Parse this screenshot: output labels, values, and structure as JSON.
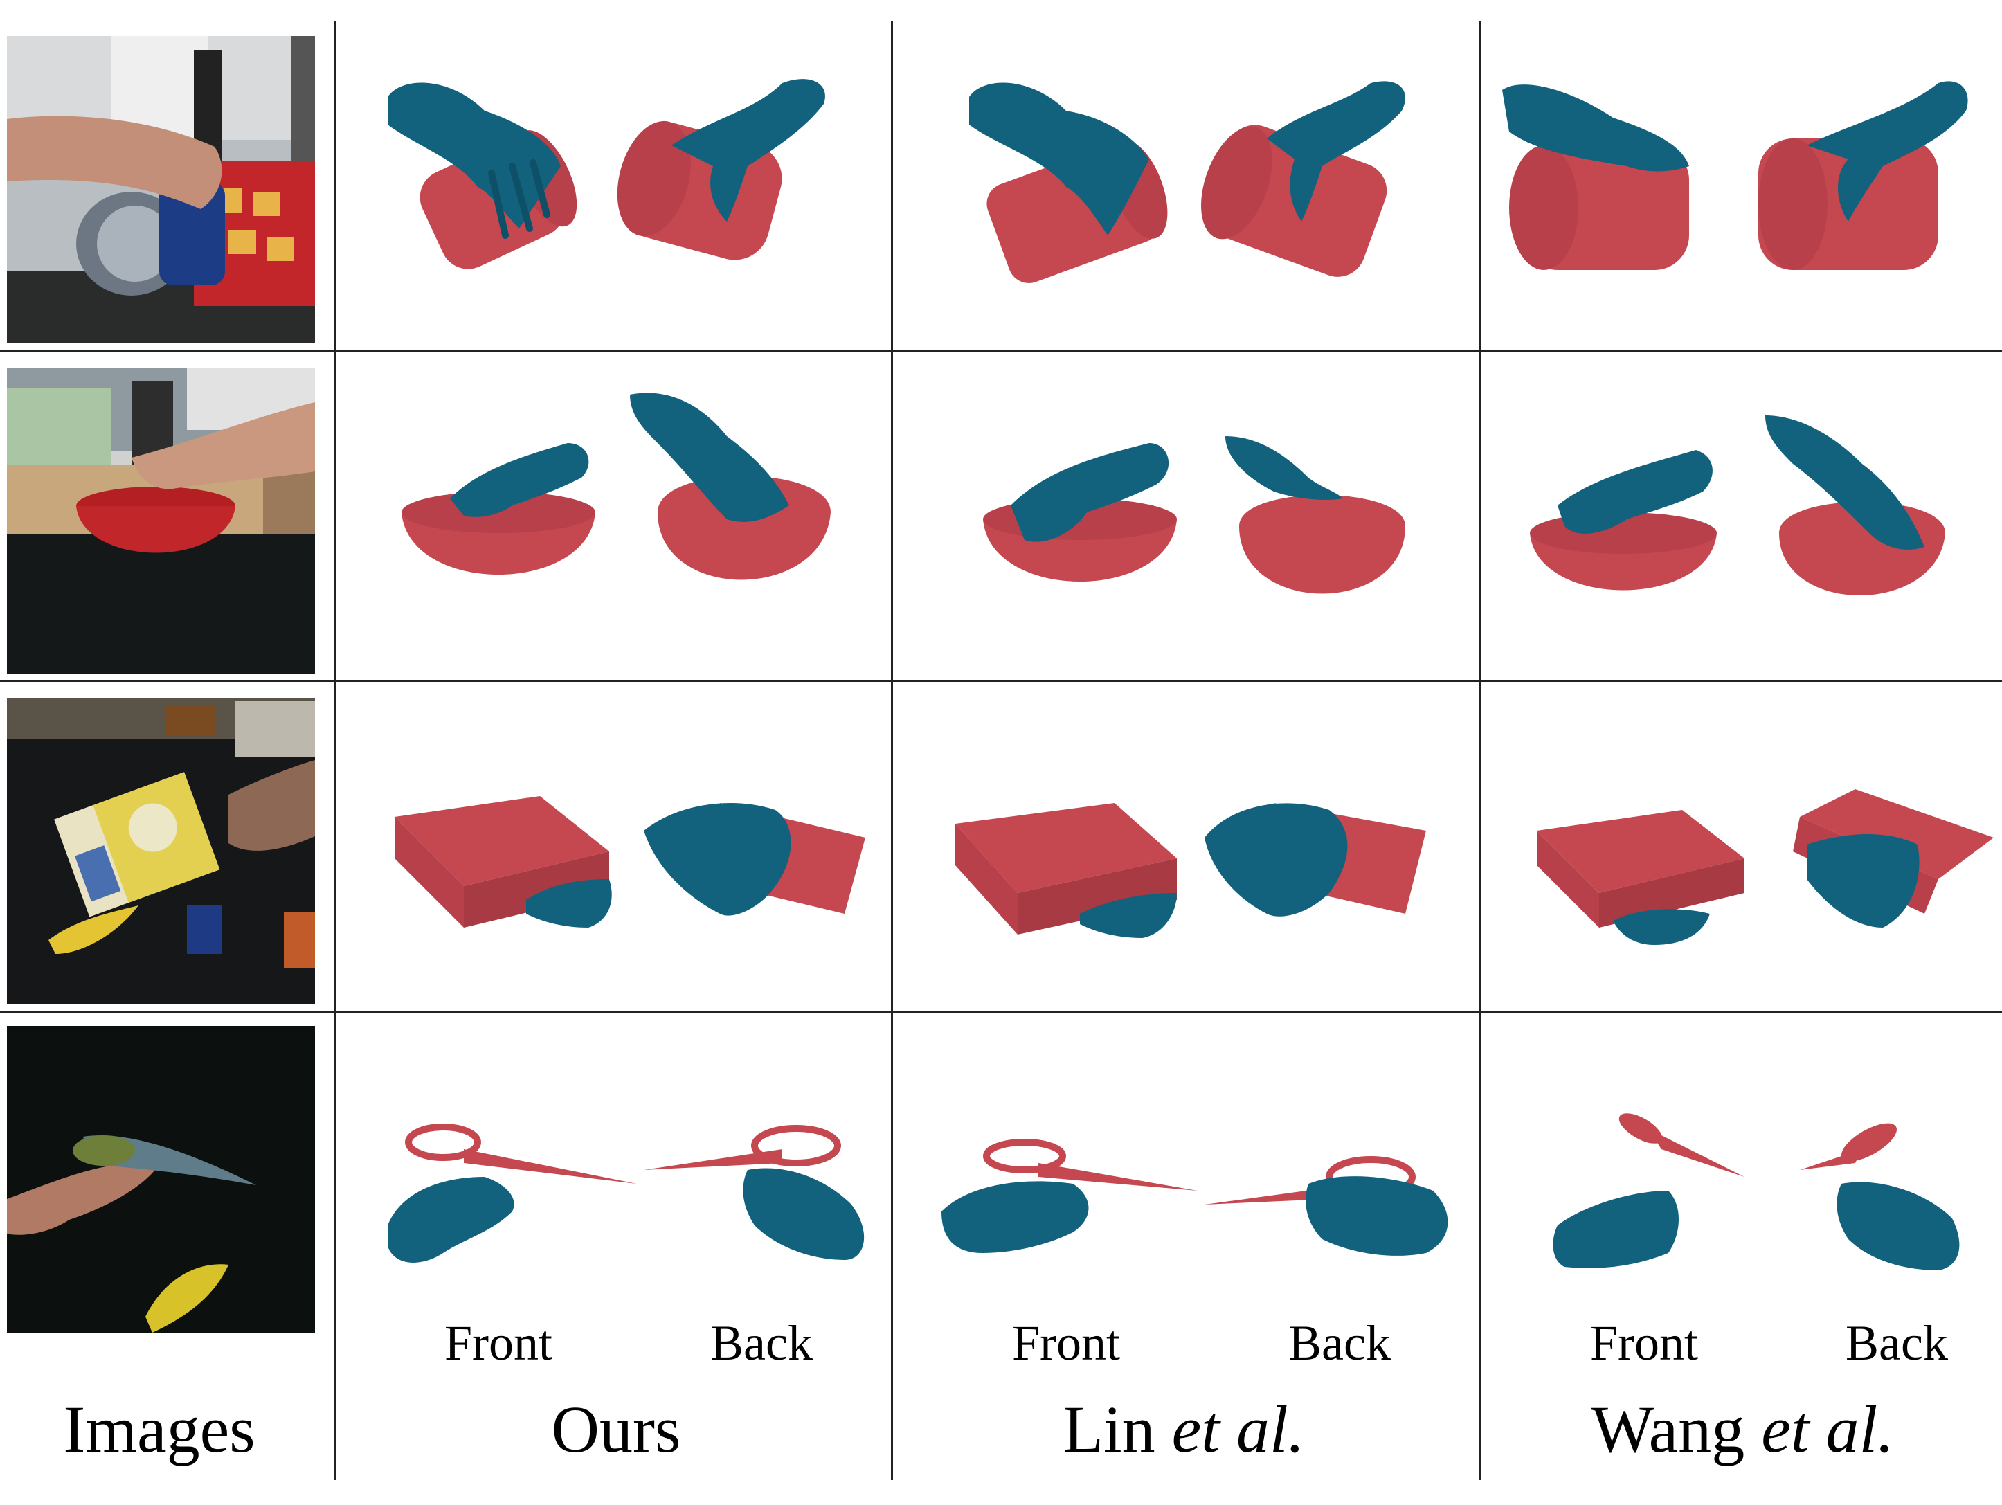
{
  "figure": {
    "columns": {
      "images": "Images",
      "ours": "Ours",
      "lin": {
        "name": "Lin ",
        "etal": "et al."
      },
      "wang": {
        "name": "Wang ",
        "etal": "et al."
      }
    },
    "views": {
      "front": "Front",
      "back": "Back"
    },
    "rows": [
      {
        "object": "can",
        "photo": "hand-pouring-can"
      },
      {
        "object": "bowl",
        "photo": "hand-touching-red-bowl"
      },
      {
        "object": "box",
        "photo": "hand-holding-box"
      },
      {
        "object": "scissors",
        "photo": "hand-holding-scissors"
      }
    ],
    "colors": {
      "hand": "#13627d",
      "object": "#c5474f",
      "background": "#ffffff",
      "rule": "#222222"
    }
  }
}
